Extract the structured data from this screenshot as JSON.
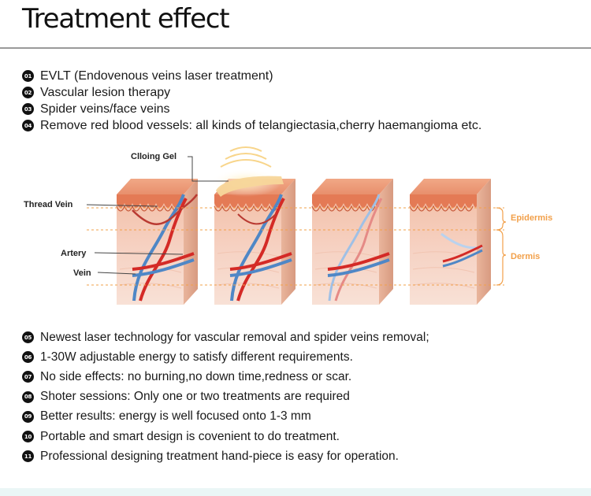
{
  "title": "Treatment effect",
  "top_items": [
    {
      "num": "01",
      "text": "EVLT (Endovenous veins laser treatment)"
    },
    {
      "num": "02",
      "text": "Vascular lesion therapy"
    },
    {
      "num": "03",
      "text": "Spider veins/face veins"
    },
    {
      "num": "04",
      "text": "Remove red blood vessels: all kinds of telangiectasia,cherry haemangioma etc."
    }
  ],
  "diagram": {
    "labels": {
      "gel": "Clloing Gel",
      "thread_vein": "Thread Vein",
      "artery": "Artery",
      "vein": "Vein",
      "epidermis": "Epidermis",
      "dermis": "Dermis"
    },
    "colors": {
      "skin": "#f6d3c3",
      "epidermis": "#e98a63",
      "artery": "#d42a26",
      "vein": "#4f87c6",
      "annotation": "#f2a04a",
      "gel": "#f7d69a"
    }
  },
  "bottom_items": [
    {
      "num": "05",
      "text": "Newest laser technology for vascular removal and spider veins removal;"
    },
    {
      "num": "06",
      "text": "1-30W adjustable energy to satisfy different requirements."
    },
    {
      "num": "07",
      "text": "No side effects: no burning,no down time,redness or scar."
    },
    {
      "num": "08",
      "text": "Shoter sessions: Only one or two treatments are required"
    },
    {
      "num": "09",
      "text": "Better results: energy is well focused onto 1-3 mm"
    },
    {
      "num": "10",
      "text": "Portable and smart design is covenient to do treatment."
    },
    {
      "num": "11",
      "text": "Professional designing treatment hand-piece is easy for operation."
    }
  ]
}
